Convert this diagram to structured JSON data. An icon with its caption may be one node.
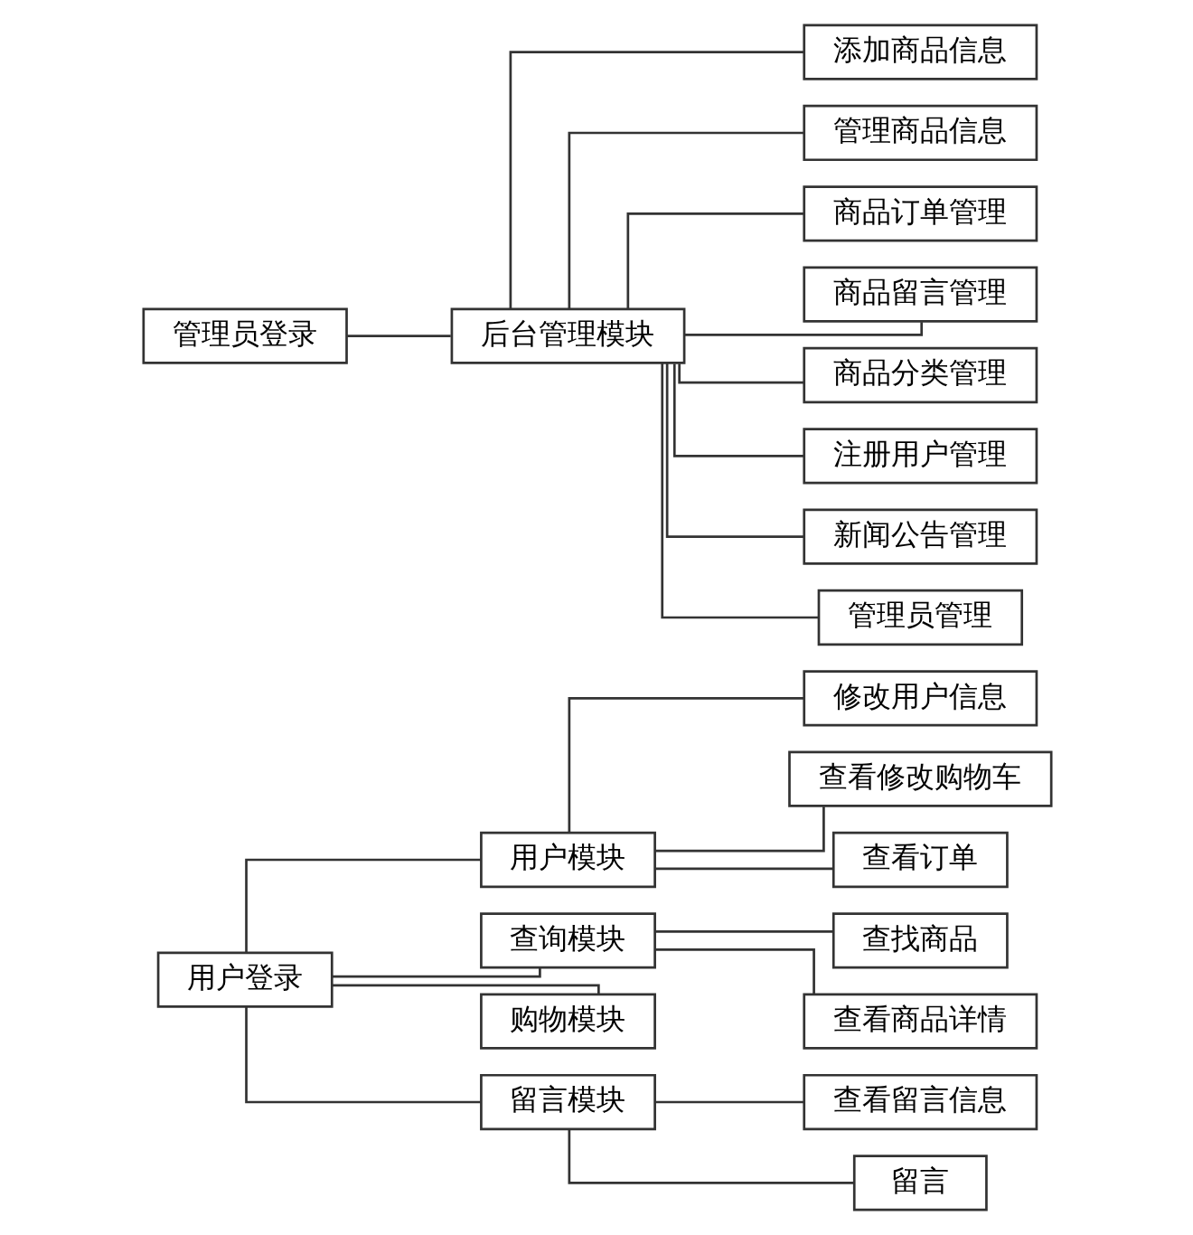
{
  "diagram": {
    "nodes": [
      {
        "text": [
          "用户登录"
        ]
      },
      {
        "text": [
          "用户模块"
        ]
      },
      {
        "text": [
          "修改用户信息"
        ]
      },
      {
        "text": [
          "查看修改购物车"
        ]
      },
      {
        "text": [
          "查看订单"
        ]
      },
      {
        "text": [
          "查询模块"
        ]
      },
      {
        "text": [
          "查找商品"
        ]
      },
      {
        "text": [
          "查看商品详情"
        ]
      },
      {
        "text": [
          "购物模块"
        ]
      },
      {
        "text": [
          "留言模块"
        ]
      },
      {
        "text": [
          "查看留言信息"
        ]
      },
      {
        "text": [
          "留言"
        ]
      },
      {
        "text": [
          "管理员登录"
        ]
      },
      {
        "text": [
          "后台管理模块"
        ]
      },
      {
        "text": [
          "添加商品信息"
        ]
      },
      {
        "text": [
          "管理商品信息"
        ]
      },
      {
        "text": [
          "商品订单管理"
        ]
      },
      {
        "text": [
          "商品留言管理"
        ]
      },
      {
        "text": [
          "商品分类管理"
        ]
      },
      {
        "text": [
          "注册用户管理"
        ]
      },
      {
        "text": [
          "新闻公告管理"
        ]
      },
      {
        "text": [
          "管理员管理"
        ]
      }
    ],
    "edges": [
      {
        "from": 0,
        "to": 1,
        "arrow": "none"
      },
      {
        "from": 0,
        "to": 5,
        "arrow": "none"
      },
      {
        "from": 0,
        "to": 8,
        "arrow": "none"
      },
      {
        "from": 0,
        "to": 9,
        "arrow": "none"
      },
      {
        "from": 1,
        "to": 2,
        "arrow": "none"
      },
      {
        "from": 1,
        "to": 3,
        "arrow": "none"
      },
      {
        "from": 1,
        "to": 4,
        "arrow": "none"
      },
      {
        "from": 5,
        "to": 6,
        "arrow": "none"
      },
      {
        "from": 5,
        "to": 7,
        "arrow": "none"
      },
      {
        "from": 9,
        "to": 10,
        "arrow": "none"
      },
      {
        "from": 9,
        "to": 11,
        "arrow": "none"
      },
      {
        "from": 12,
        "to": 13,
        "arrow": "none"
      },
      {
        "from": 13,
        "to": 14,
        "arrow": "none"
      },
      {
        "from": 13,
        "to": 15,
        "arrow": "none"
      },
      {
        "from": 13,
        "to": 16,
        "arrow": "none"
      },
      {
        "from": 13,
        "to": 17,
        "arrow": "none"
      },
      {
        "from": 13,
        "to": 18,
        "arrow": "none"
      },
      {
        "from": 13,
        "to": 19,
        "arrow": "none"
      },
      {
        "from": 13,
        "to": 20,
        "arrow": "none"
      },
      {
        "from": 13,
        "to": 21,
        "arrow": "none"
      }
    ]
  }
}
